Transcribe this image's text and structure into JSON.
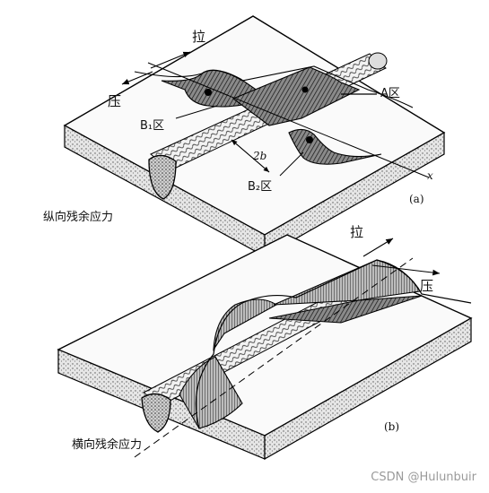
{
  "panel_a": {
    "tension_label": "拉",
    "compression_label": "压",
    "zone_a": "A区",
    "zone_b1": "B₁区",
    "zone_b2": "B₂区",
    "width_label": "2b",
    "axis_x": "x",
    "tag": "(a)",
    "caption": "纵向残余应力"
  },
  "panel_b": {
    "tension_label": "拉",
    "compression_label": "压",
    "tag": "(b)",
    "caption": "横向残余应力"
  },
  "watermark": "CSDN @Hulunbuir"
}
